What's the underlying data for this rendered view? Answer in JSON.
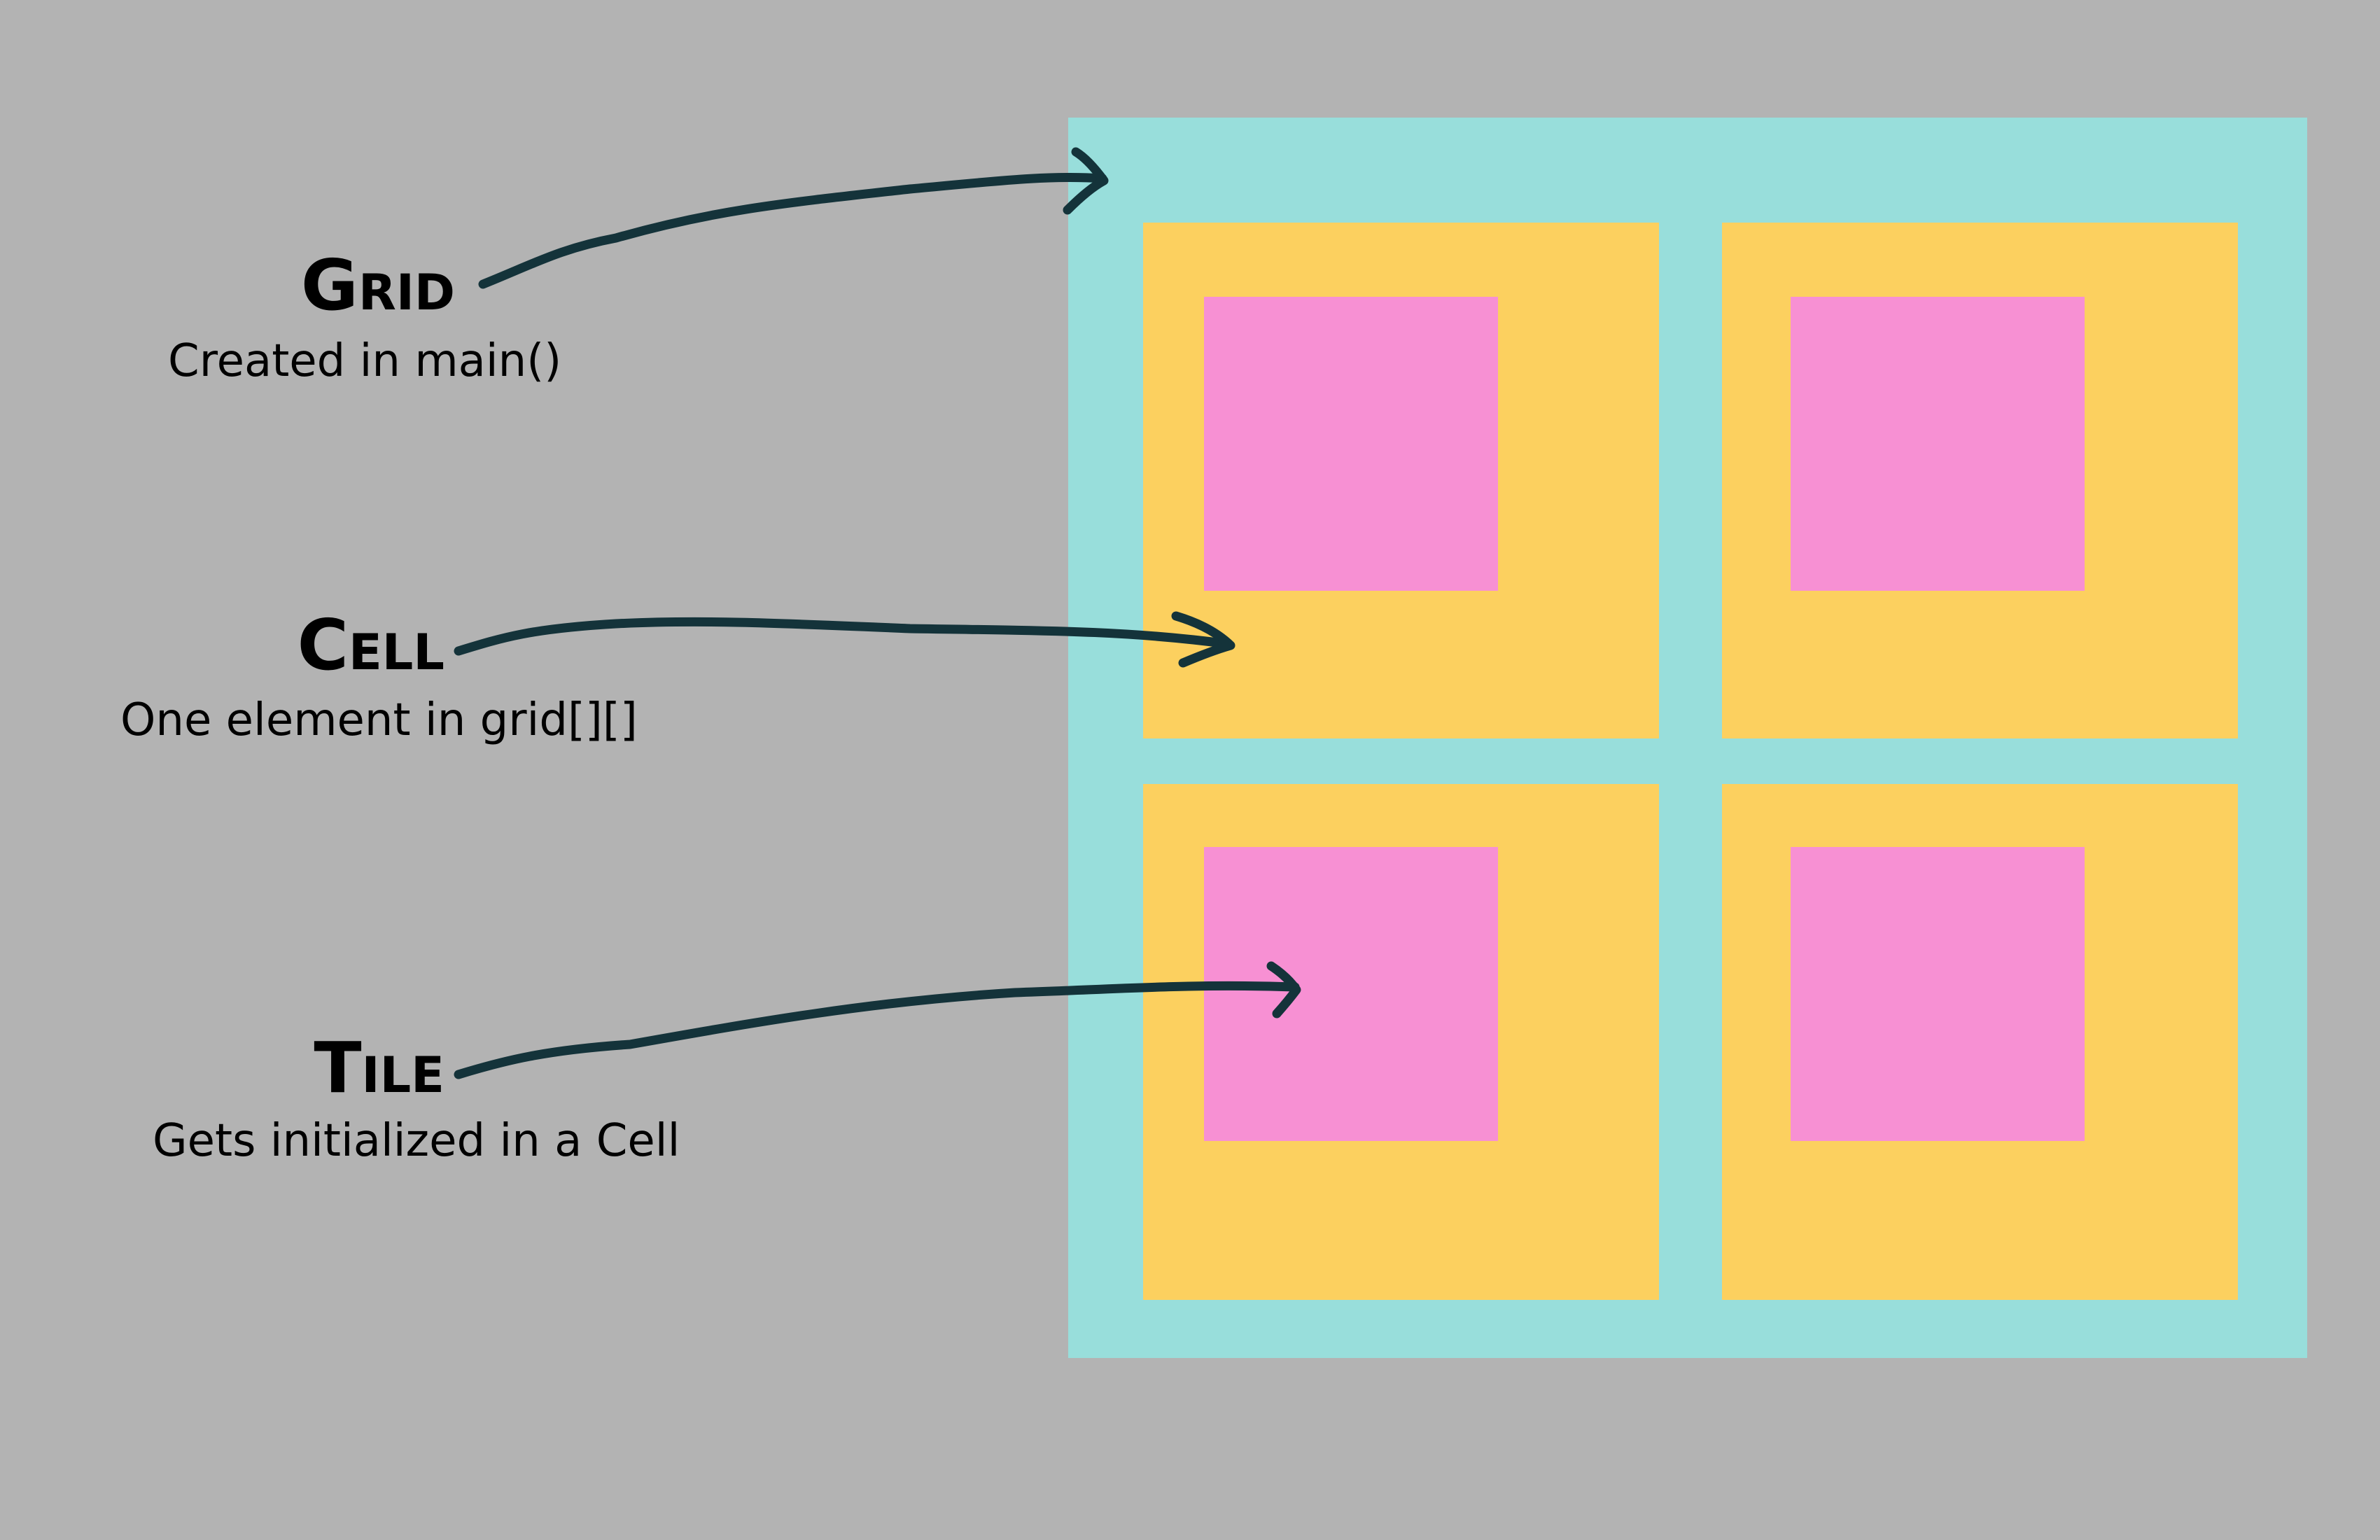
{
  "colors": {
    "background": "#b3b3b3",
    "grid": "#98dedb",
    "cell": "#fcd05f",
    "tile": "#f790d3",
    "arrow": "#14333a"
  },
  "labels": {
    "grid": {
      "title": "Grid",
      "subtitle": "Created in main()"
    },
    "cell": {
      "title": "Cell",
      "subtitle": "One element in grid[][]"
    },
    "tile": {
      "title": "Tile",
      "subtitle": "Gets initialized in a Cell"
    }
  }
}
